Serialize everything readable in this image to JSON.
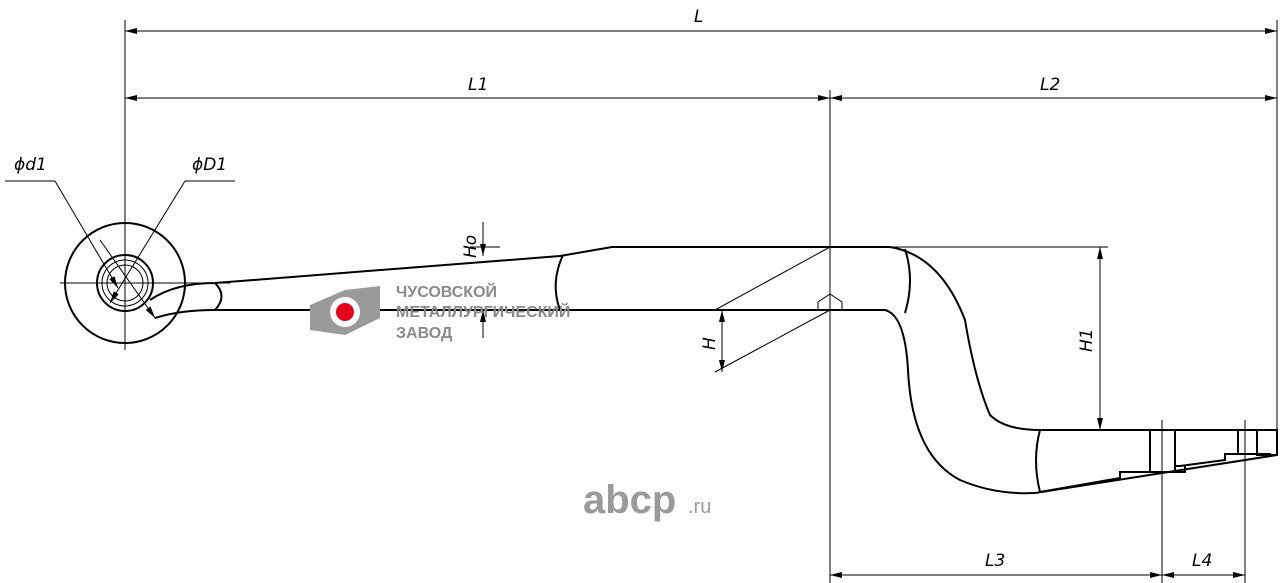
{
  "drawing": {
    "dimensions": {
      "L": "L",
      "L1": "L1",
      "L2": "L2",
      "L3": "L3",
      "L4": "L4",
      "H": "H",
      "H1": "H1",
      "Ho": "Ho",
      "d1": "ϕd1",
      "D1": "ϕD1"
    }
  },
  "logo": {
    "line1": "ЧУСОВСКОЙ",
    "line2": "МЕТАЛЛУРГИЧЕСКИЙ",
    "line3": "ЗАВОД",
    "accent": "#e3001b"
  },
  "watermark": {
    "main": "abcp",
    "suffix": ".ru"
  }
}
